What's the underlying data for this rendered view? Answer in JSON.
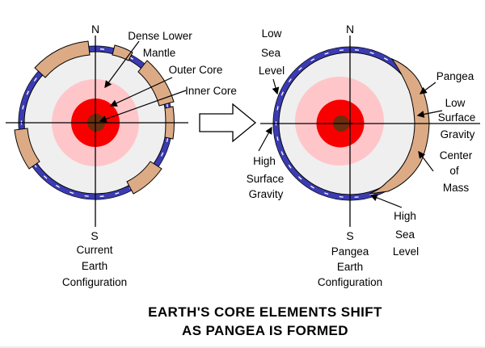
{
  "title": {
    "line1": "EARTH'S CORE ELEMENTS SHIFT",
    "line2": "AS PANGEA IS FORMED"
  },
  "colors": {
    "ocean": "#3b3bb4",
    "continent": "#dcab85",
    "mantle": "#efefef",
    "dense_lower_mantle": "#ffc6ca",
    "outer_core": "#f90000",
    "inner_core": "#6b2e0f"
  },
  "left": {
    "north": "N",
    "south": "S",
    "caption": [
      "Current",
      "Earth",
      "Configuration"
    ],
    "labels": {
      "dense_lower_mantle": [
        "Dense Lower",
        "Mantle"
      ],
      "outer_core": "Outer Core",
      "inner_core": "Inner Core"
    }
  },
  "right": {
    "north": "N",
    "south": "S",
    "caption": [
      "Pangea",
      "Earth",
      "Configuration"
    ],
    "labels": {
      "low_sea_level": [
        "Low",
        "Sea",
        "Level"
      ],
      "high_surface_gravity": [
        "High",
        "Surface",
        "Gravity"
      ],
      "pangea": "Pangea",
      "low_surface_gravity": [
        "Low",
        "Surface",
        "Gravity"
      ],
      "center_of_mass": [
        "Center",
        "of",
        "Mass"
      ],
      "high_sea_level": [
        "High",
        "Sea",
        "Level"
      ]
    }
  }
}
